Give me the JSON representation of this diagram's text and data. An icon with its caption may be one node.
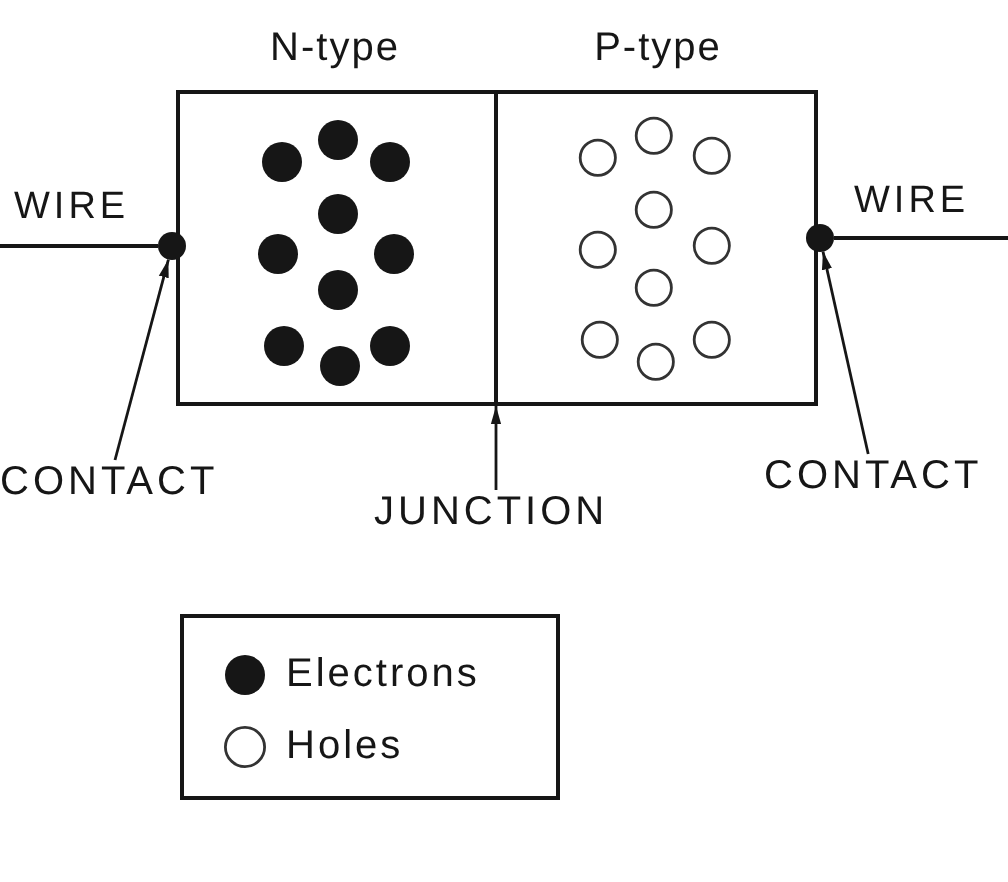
{
  "diagram": {
    "nodes": [
      {
        "text": [
          "N-type"
        ]
      },
      {
        "text": [
          "P-type"
        ]
      },
      {
        "text": [],
        "shape": "line"
      },
      {
        "text": [],
        "shape": "circle"
      },
      {
        "text": [],
        "shape": "circle"
      },
      {
        "text": [
          "CONTACT"
        ]
      },
      {
        "text": [
          "JUNCTION"
        ]
      },
      {
        "text": [
          "CONTACT"
        ]
      }
    ],
    "edges": [
      {
        "from": 5,
        "to": 3,
        "arrow": "to"
      },
      {
        "from": 7,
        "to": 4,
        "arrow": "to"
      },
      {
        "from": 6,
        "to": 2,
        "arrow": "to"
      }
    ],
    "labels": [
      "WIRE",
      "WIRE"
    ],
    "legend": [
      {
        "text": "Electrons"
      },
      {
        "text": "Holes"
      }
    ]
  }
}
